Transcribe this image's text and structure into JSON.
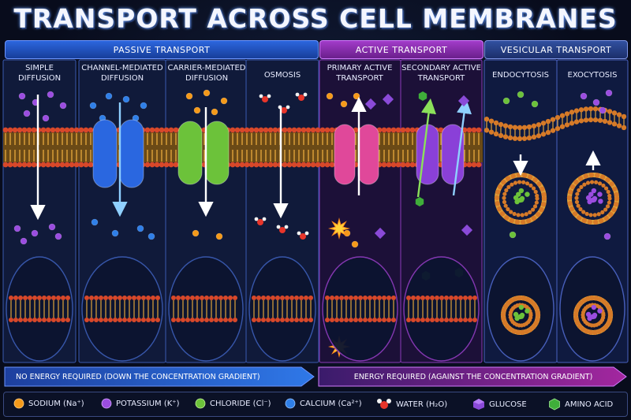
{
  "title": "TRANSPORT ACROSS CELL MEMBRANES",
  "sections": {
    "passive": "PASSIVE TRANSPORT",
    "active": "ACTIVE TRANSPORT",
    "vesicular": "VESICULAR TRANSPORT"
  },
  "columns": [
    {
      "id": "simple",
      "line1": "SIMPLE",
      "line2": "DIFFUSION"
    },
    {
      "id": "channel",
      "line1": "CHANNEL-MEDIATED",
      "line2": "DIFFUSION"
    },
    {
      "id": "carrier",
      "line1": "CARRIER-MEDIATED",
      "line2": "DIFFUSION"
    },
    {
      "id": "osmosis",
      "line1": "OSMOSIS",
      "line2": ""
    },
    {
      "id": "primary",
      "line1": "PRIMARY ACTIVE",
      "line2": "TRANSPORT"
    },
    {
      "id": "secondary",
      "line1": "SECONDARY ACTIVE",
      "line2": "TRANSPORT"
    },
    {
      "id": "endo",
      "line1": "ENDOCYTOSIS",
      "line2": ""
    },
    {
      "id": "exo",
      "line1": "EXOCYTOSIS",
      "line2": ""
    }
  ],
  "footer": {
    "passive": "NO ENERGY REQUIRED (DOWN THE CONCENTRATION GRADIENT)",
    "active": "ENERGY REQUIRED (AGAINST THE CONCENTRATION GRADIENT)"
  },
  "legend": [
    {
      "id": "sodium",
      "label": "SODIUM (Na⁺)",
      "color": "#f59a1a",
      "icon": "sphere-icon"
    },
    {
      "id": "potassium",
      "label": "POTASSIUM (K⁺)",
      "color": "#9b4de0",
      "icon": "sphere-icon"
    },
    {
      "id": "chloride",
      "label": "CHLORIDE (Cl⁻)",
      "color": "#6cc23a",
      "icon": "sphere-icon"
    },
    {
      "id": "calcium",
      "label": "CALCIUM (Ca²⁺)",
      "color": "#2f7fe8",
      "icon": "sphere-icon"
    },
    {
      "id": "water",
      "label": "WATER (H₂O)",
      "color": "#e8352a",
      "icon": "water-molecule-icon"
    },
    {
      "id": "glucose",
      "label": "GLUCOSE",
      "color": "#8a4ad8",
      "icon": "cube-icon"
    },
    {
      "id": "amino",
      "label": "AMINO ACID",
      "color": "#3fae3a",
      "icon": "hexagon-icon"
    }
  ],
  "colors": {
    "passive": "#2457c8",
    "active": "#8a2fb0",
    "vesicular": "#263f8f",
    "membrane_head": "#d8482a",
    "membrane_tail": "#e0a33a",
    "vesicle": "#d67a28"
  }
}
